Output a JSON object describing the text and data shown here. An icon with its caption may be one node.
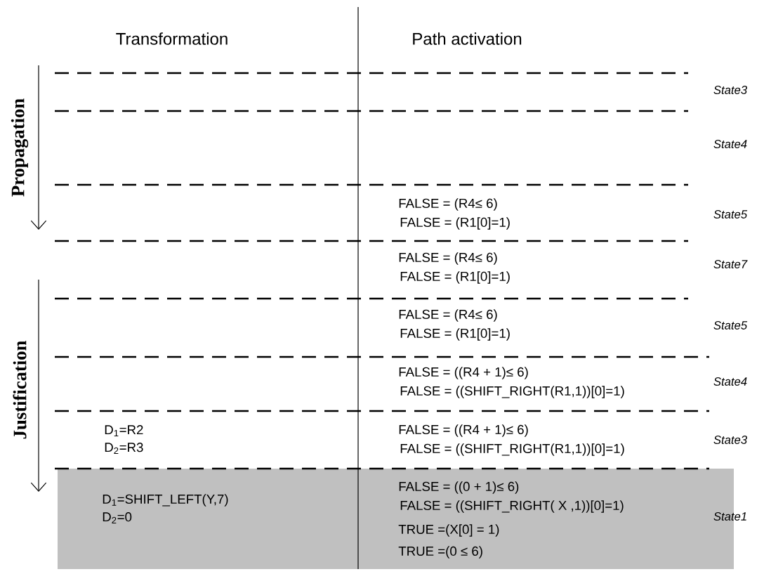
{
  "diagram": {
    "nodes": [
      {
        "text": [
          "D$_{1}$=SHIFT_LEFT(Y,7)",
          "D$_{2}$=0",
          "FALSE = ((0  +  1)≤ 6)",
          "FALSE = ((SHIFT_RIGHT( X ,1))[0]=1)",
          "TRUE =(X[0] = 1)",
          "TRUE =(0 ≤ 6)"
        ]
      }
    ],
    "labels": [
      "Transformation",
      "Path activation",
      "Propagation",
      "Justification",
      "State3",
      "State4",
      "FALSE = (R4≤ 6)",
      "FALSE = (R1[0]=1)",
      "State5",
      "FALSE = (R4≤ 6)",
      "FALSE = (R1[0]=1)",
      "State7",
      "FALSE = (R4≤ 6)",
      "FALSE = (R1[0]=1)",
      "State5",
      "FALSE = ((R4 + 1)≤ 6)",
      "FALSE = ((SHIFT_RIGHT(R1,1))[0]=1)",
      "State4",
      "D$_{1}$=R2",
      "D$_{2}$=R3",
      "FALSE = ((R4 + 1)≤ 6)",
      "FALSE = ((SHIFT_RIGHT(R1,1))[0]=1)",
      "State3",
      "State1"
    ]
  }
}
